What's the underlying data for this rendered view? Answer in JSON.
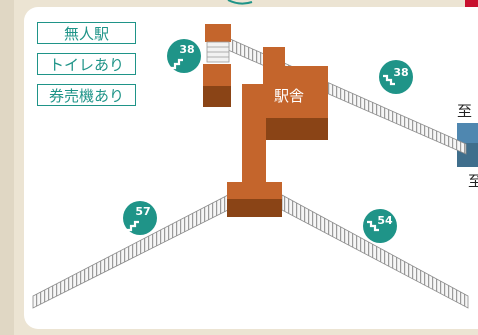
{
  "info_tags": [
    "無人駅",
    "トイレあり",
    "券売機あり"
  ],
  "station_label": "駅舎",
  "direction_labels": [
    "至",
    "至"
  ],
  "stair_badges": [
    {
      "steps": "38",
      "direction": "up"
    },
    {
      "steps": "38",
      "direction": "down"
    },
    {
      "steps": "57",
      "direction": "up"
    },
    {
      "steps": "54",
      "direction": "down"
    }
  ],
  "colors": {
    "background": "#ece4d3",
    "panel": "#ffffff",
    "accent_teal": "#1f9488",
    "building_orange": "#c4652c",
    "building_shadow": "#8a4416",
    "track_blue": "#3f6e8c",
    "top_red": "#c8102e"
  }
}
